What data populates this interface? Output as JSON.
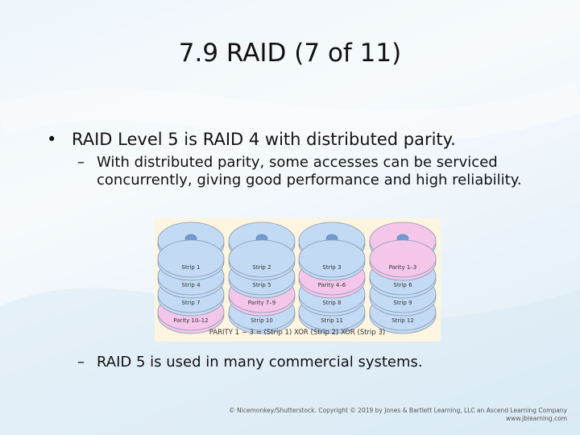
{
  "slide": {
    "title": "7.9 RAID (7 of 11)",
    "bullet": "RAID Level 5 is RAID 4 with distributed parity.",
    "sub_bullets": [
      "With distributed parity, some accesses can be serviced concurrently, giving good performance and high reliability.",
      "RAID 5 is used in many commercial systems."
    ],
    "credit_line1": "© Nicemonkey/Shutterstock. Copyright © 2019 by Jones & Bartlett Learning, LLC an Ascend Learning Company",
    "credit_line2": "www.jblearning.com"
  },
  "figure": {
    "caption": "PARITY 1 − 3 = (Strip 1) XOR (Strip 2) XOR (Strip 3)",
    "disks": [
      [
        "Strip 1",
        "Strip 4",
        "Strip 7",
        "Parity 10–12"
      ],
      [
        "Strip 2",
        "Strip 5",
        "Parity 7–9",
        "Strip 10"
      ],
      [
        "Strip 3",
        "Parity 4–6",
        "Strip 8",
        "Strip 11"
      ],
      [
        "Parity 1–3",
        "Strip 6",
        "Strip 9",
        "Strip 12"
      ]
    ],
    "colors": {
      "data_platter": "#c2daf3",
      "parity_platter": "#f3c6ea",
      "platter_edge": "#8a9ab0",
      "spindle": "#6f9bd2",
      "figure_bg": "#fdf5df"
    }
  }
}
